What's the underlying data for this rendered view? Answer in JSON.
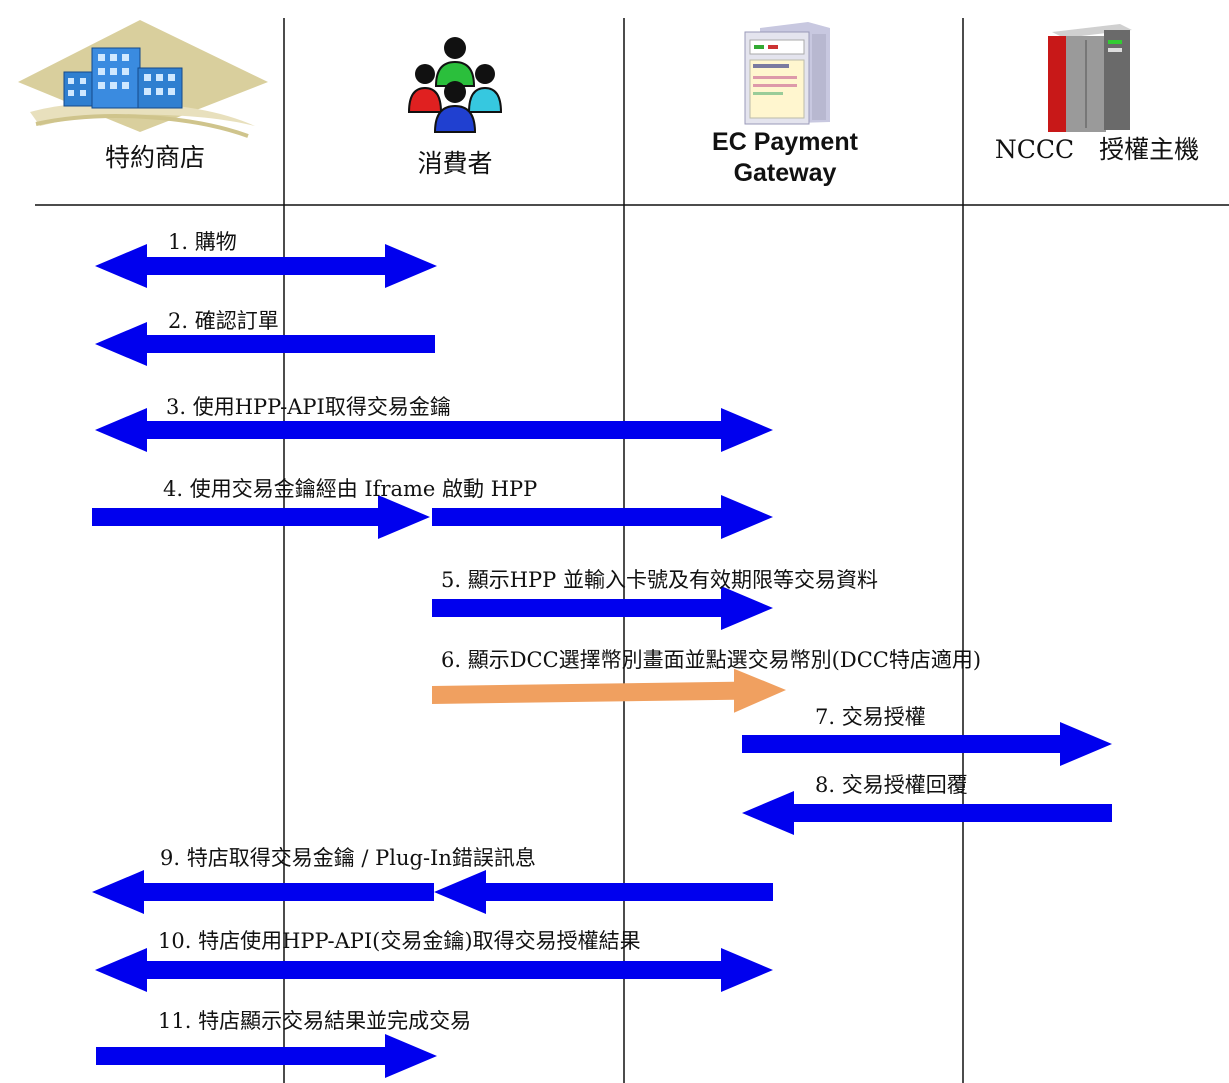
{
  "colors": {
    "arrow_primary": "#0000ee",
    "arrow_dcc": "#f0a060",
    "lines": "#111111"
  },
  "actors": [
    {
      "id": "merchant",
      "label": "特約商店",
      "icon": "building-icon"
    },
    {
      "id": "consumer",
      "label": "消費者",
      "icon": "people-icon"
    },
    {
      "id": "gateway",
      "label_line1": "EC Payment",
      "label_line2": "Gateway",
      "icon": "server-icon"
    },
    {
      "id": "nccc",
      "label": "NCCC　授權主機",
      "icon": "mainframe-icon"
    }
  ],
  "steps": [
    {
      "label": "1.  購物",
      "from": "merchant",
      "to": "consumer",
      "direction": "both"
    },
    {
      "label": "2. 確認訂單",
      "from": "consumer",
      "to": "merchant",
      "direction": "left"
    },
    {
      "label": "3.  使用HPP-API取得交易金鑰",
      "from": "merchant",
      "to": "gateway",
      "direction": "both"
    },
    {
      "label": "4. 使用交易金鑰經由 Iframe 啟動  HPP",
      "from": "merchant",
      "to": "gateway",
      "direction": "right"
    },
    {
      "label": "5. 顯示HPP 並輸入卡號及有效期限等交易資料",
      "from": "consumer",
      "to": "gateway",
      "direction": "right"
    },
    {
      "label": "6. 顯示DCC選擇幣別畫面並點選交易幣別(DCC特店適用)",
      "from": "consumer",
      "to": "gateway",
      "direction": "right",
      "variant": "dcc"
    },
    {
      "label": "7. 交易授權",
      "from": "gateway",
      "to": "nccc",
      "direction": "right"
    },
    {
      "label": "8. 交易授權回覆",
      "from": "nccc",
      "to": "gateway",
      "direction": "left"
    },
    {
      "label": "9. 特店取得交易金鑰 / Plug-In錯誤訊息",
      "from": "gateway",
      "to": "merchant",
      "direction": "left"
    },
    {
      "label": "10. 特店使用HPP-API(交易金鑰)取得交易授權結果",
      "from": "merchant",
      "to": "gateway",
      "direction": "both"
    },
    {
      "label": "11. 特店顯示交易結果並完成交易",
      "from": "merchant",
      "to": "consumer",
      "direction": "right"
    }
  ]
}
